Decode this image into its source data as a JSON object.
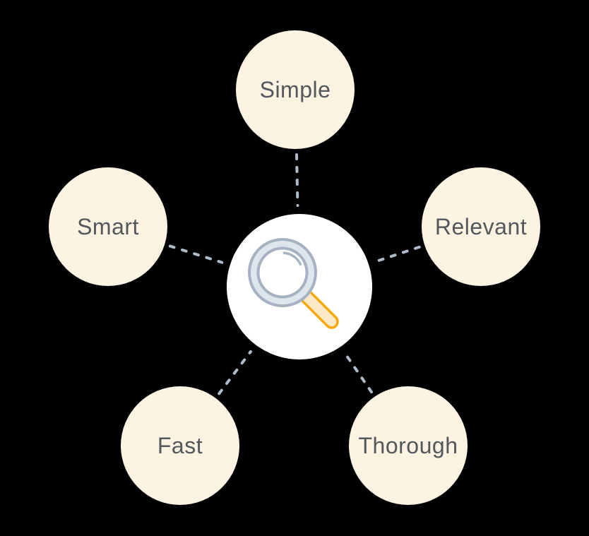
{
  "diagram": {
    "description": "search-values-diagram",
    "center": {
      "icon": "search-magnifier-icon"
    },
    "nodes": [
      {
        "id": "simple",
        "label": "Simple",
        "position": "top"
      },
      {
        "id": "relevant",
        "label": "Relevant",
        "position": "right"
      },
      {
        "id": "thorough",
        "label": "Thorough",
        "position": "bottom-right"
      },
      {
        "id": "fast",
        "label": "Fast",
        "position": "bottom-left"
      },
      {
        "id": "smart",
        "label": "Smart",
        "position": "left"
      }
    ]
  },
  "colors": {
    "background": "#000000",
    "node_fill": "#FCF3E2",
    "node_text": "#54575B",
    "center_fill": "#FFFFFF",
    "connector": "#AEBBC9",
    "magnifier_ring": "#A6B1C1",
    "magnifier_ring_band": "#DEE5EC",
    "magnifier_highlight": "#A9B5C3",
    "magnifier_handle_stroke": "#F7A700",
    "magnifier_handle_fill": "#FBE9C8"
  }
}
